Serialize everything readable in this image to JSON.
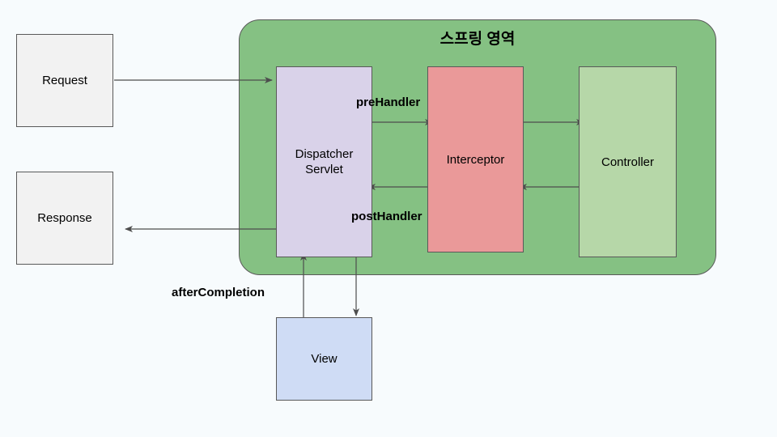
{
  "diagram": {
    "title": "Spring Interceptor request flow diagram",
    "background_color": "#f7fbfd"
  },
  "spring_region": {
    "title": "스프링 영역",
    "color": "#85c183"
  },
  "nodes": {
    "request": {
      "label": "Request",
      "color": "#f2f2f2"
    },
    "response": {
      "label": "Response",
      "color": "#f2f2f2"
    },
    "dispatcher_servlet": {
      "label": "Dispatcher\nServlet",
      "color": "#d9d2e9"
    },
    "interceptor": {
      "label": "Interceptor",
      "color": "#ea9999"
    },
    "controller": {
      "label": "Controller",
      "color": "#b6d7a8"
    },
    "view": {
      "label": "View",
      "color": "#cfdcf5"
    }
  },
  "edge_labels": {
    "pre_handler": "preHandler",
    "post_handler": "postHandler",
    "after_completion": "afterCompletion"
  },
  "edges": [
    {
      "name": "request-to-dispatcher",
      "from": "request",
      "to": "dispatcher_servlet",
      "label": ""
    },
    {
      "name": "dispatcher-to-response",
      "from": "dispatcher_servlet",
      "to": "response",
      "label": ""
    },
    {
      "name": "dispatcher-to-interceptor",
      "from": "dispatcher_servlet",
      "to": "interceptor",
      "label": "preHandler"
    },
    {
      "name": "interceptor-to-dispatcher",
      "from": "interceptor",
      "to": "dispatcher_servlet",
      "label": "postHandler"
    },
    {
      "name": "interceptor-to-controller",
      "from": "interceptor",
      "to": "controller",
      "label": ""
    },
    {
      "name": "controller-to-interceptor",
      "from": "controller",
      "to": "interceptor",
      "label": ""
    },
    {
      "name": "dispatcher-to-view",
      "from": "dispatcher_servlet",
      "to": "view",
      "label": ""
    },
    {
      "name": "view-to-dispatcher",
      "from": "view",
      "to": "dispatcher_servlet",
      "label": "afterCompletion"
    }
  ],
  "stroke_color": "#595959"
}
